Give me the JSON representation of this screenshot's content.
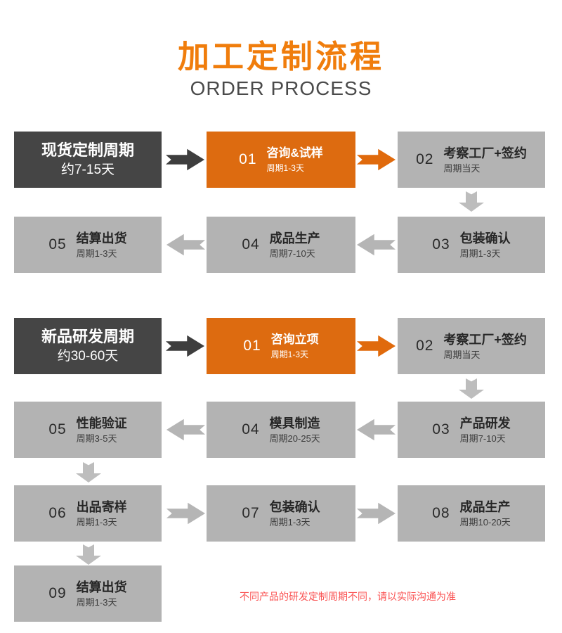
{
  "header": {
    "title": "加工定制流程",
    "subtitle": "ORDER PROCESS"
  },
  "colors": {
    "title_orange": "#f07d0c",
    "box_orange": "#dd6b10",
    "arrow_orange": "#e06a0c",
    "dark_box": "#454545",
    "gray_box": "#b3b3b3",
    "gray_arrow": "#b5b5b5",
    "note_red": "#fa5252"
  },
  "flow1": {
    "cycle_label": {
      "title": "现货定制周期",
      "duration": "约7-15天"
    },
    "steps": [
      {
        "num": "01",
        "title": "咨询&试样",
        "period": "周期1-3天"
      },
      {
        "num": "02",
        "title": "考察工厂+签约",
        "period": "周期当天"
      },
      {
        "num": "03",
        "title": "包装确认",
        "period": "周期1-3天"
      },
      {
        "num": "04",
        "title": "成品生产",
        "period": "周期7-10天"
      },
      {
        "num": "05",
        "title": "结算出货",
        "period": "周期1-3天"
      }
    ]
  },
  "flow2": {
    "cycle_label": {
      "title": "新品研发周期",
      "duration": "约30-60天"
    },
    "steps": [
      {
        "num": "01",
        "title": "咨询立项",
        "period": "周期1-3天"
      },
      {
        "num": "02",
        "title": "考察工厂+签约",
        "period": "周期当天"
      },
      {
        "num": "03",
        "title": "产品研发",
        "period": "周期7-10天"
      },
      {
        "num": "04",
        "title": "模具制造",
        "period": "周期20-25天"
      },
      {
        "num": "05",
        "title": "性能验证",
        "period": "周期3-5天"
      },
      {
        "num": "06",
        "title": "出品寄样",
        "period": "周期1-3天"
      },
      {
        "num": "07",
        "title": "包装确认",
        "period": "周期1-3天"
      },
      {
        "num": "08",
        "title": "成品生产",
        "period": "周期10-20天"
      },
      {
        "num": "09",
        "title": "结算出货",
        "period": "周期1-3天"
      }
    ]
  },
  "footer": {
    "note": "不同产品的研发定制周期不同，请以实际沟通为准"
  }
}
